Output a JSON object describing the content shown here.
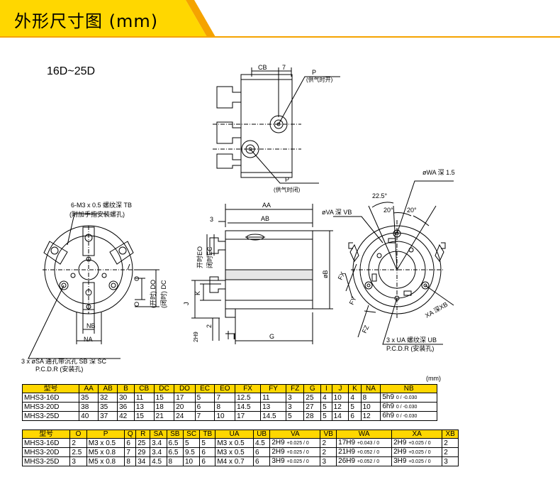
{
  "header": {
    "title": "外形尺寸图 (mm)"
  },
  "model_range": "16D~25D",
  "unit": "(mm)",
  "drawing_labels": {
    "cb": "CB",
    "seven": "7",
    "p": "P",
    "p_open": "(供气时开)",
    "p_close": "(供气时闭)",
    "m3_note": "6-M3 x 0.5 螺纹深 TB",
    "m3_note2": "(附加手指安装螺孔)",
    "aa": "AA",
    "ab": "AB",
    "three": "3",
    "eo": "开时EO",
    "ec": "闭时EC",
    "ob": "øB",
    "do": "(开时) DO",
    "dc": "(闭时) DC",
    "o": "O",
    "k": "K",
    "j": "J",
    "twoh9": "2H9",
    "two": "2",
    "i_mark": "I",
    "g": "G",
    "nb": "NB",
    "na": "NA",
    "sa_note": "3 x øSA 通孔带沉孔 SB 深 SC",
    "sa_note2": "P.C.D.R (安装孔)",
    "wa_note": "øWA 深 1.5",
    "angle_a": "22.5°",
    "angle_b": "20°",
    "angle_c": "20°",
    "va_note": "øVA 深 VB",
    "fx": "FX",
    "fy": "FY",
    "fz": "FZ",
    "xa_note": "XA 深XB",
    "ua_note": "3 x UA  螺纹深 UB",
    "ua_note2": "P.C.D.R (安装孔)"
  },
  "table1": {
    "headers": [
      "型号",
      "AA",
      "AB",
      "B",
      "CB",
      "DC",
      "DO",
      "EC",
      "EO",
      "FX",
      "FY",
      "FZ",
      "G",
      "I",
      "J",
      "K",
      "NA",
      "NB"
    ],
    "rows": [
      [
        "MHS3-16D",
        "35",
        "32",
        "30",
        "11",
        "15",
        "17",
        "5",
        "7",
        "12.5",
        "11",
        "3",
        "25",
        "4",
        "10",
        "4",
        "8",
        "5h9"
      ],
      [
        "MHS3-20D",
        "38",
        "35",
        "36",
        "13",
        "18",
        "20",
        "6",
        "8",
        "14.5",
        "13",
        "3",
        "27",
        "5",
        "12",
        "5",
        "10",
        "6h9"
      ],
      [
        "MHS3-25D",
        "40",
        "37",
        "42",
        "15",
        "21",
        "24",
        "7",
        "10",
        "17",
        "14.5",
        "5",
        "28",
        "5",
        "14",
        "6",
        "12",
        "6h9"
      ]
    ],
    "nb_tol": [
      "0 / -0.030",
      "0 / -0.030",
      "0 / -0.030"
    ]
  },
  "table2": {
    "headers": [
      "型号",
      "O",
      "P",
      "Q",
      "R",
      "SA",
      "SB",
      "SC",
      "TB",
      "UA",
      "UB",
      "VA",
      "VB",
      "WA",
      "XA",
      "XB"
    ],
    "rows": [
      [
        "MHS3-16D",
        "2",
        "M3 x 0.5",
        "6",
        "25",
        "3.4",
        "6.5",
        "5",
        "5",
        "M3 x 0.5",
        "4.5",
        "2H9",
        "2",
        "17H9",
        "2H9",
        "2"
      ],
      [
        "MHS3-20D",
        "2.5",
        "M5 x 0.8",
        "7",
        "29",
        "3.4",
        "6.5",
        "9.5",
        "6",
        "M3 x 0.5",
        "6",
        "2H9",
        "2",
        "21H9",
        "2H9",
        "2"
      ],
      [
        "MHS3-25D",
        "3",
        "M5 x 0.8",
        "8",
        "34",
        "4.5",
        "8",
        "10",
        "6",
        "M4 x 0.7",
        "6",
        "3H9",
        "3",
        "26H9",
        "3H9",
        "3"
      ]
    ],
    "va_tol": [
      "+0.025 / 0",
      "+0.025 / 0",
      "+0.025 / 0"
    ],
    "wa_tol": [
      "+0.043 / 0",
      "+0.052 / 0",
      "+0.052 / 0"
    ],
    "xa_tol": [
      "+0.025 / 0",
      "+0.025 / 0",
      "+0.025 / 0"
    ]
  }
}
